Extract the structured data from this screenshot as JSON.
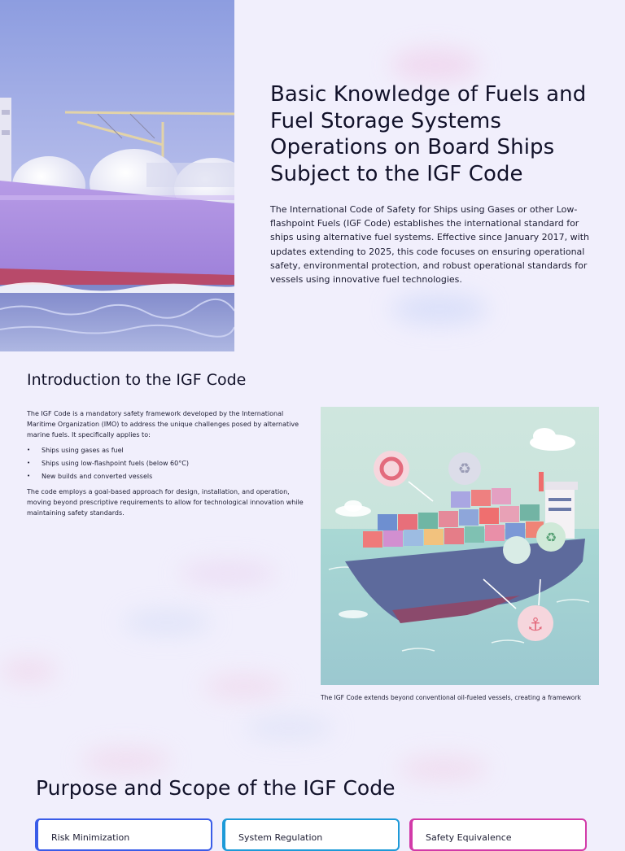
{
  "hero": {
    "title": "Basic Knowledge of Fuels and Fuel Storage Systems Operations on Board Ships Subject to the IGF Code",
    "description": "The International Code of Safety for Ships using Gases or other Low-flashpoint Fuels (IGF Code) establishes the international standard for ships using alternative fuel systems. Effective since January 2017, with updates extending to 2025, this code focuses on ensuring operational safety, environmental protection, and robust operational standards for vessels using innovative fuel technologies."
  },
  "intro": {
    "heading": "Introduction to the IGF Code",
    "paragraph1": "The IGF Code is a mandatory safety framework developed by the International Maritime Organization (IMO) to address the unique challenges posed by alternative marine fuels. It specifically applies to:",
    "bullets": [
      "Ships using gases as fuel",
      "Ships using low-flashpoint fuels (below 60°C)",
      "New builds and converted vessels"
    ],
    "paragraph2": "The code employs a goal-based approach for design, installation, and operation, moving beyond prescriptive requirements to allow for technological innovation while maintaining safety standards.",
    "caption": "The IGF Code extends beyond conventional oil-fueled vessels, creating a framework"
  },
  "purpose": {
    "heading": "Purpose and Scope of the IGF Code",
    "cards": [
      {
        "label": "Risk Minimization",
        "accent": "#3a5ce8"
      },
      {
        "label": "System Regulation",
        "accent": "#1d9ad8"
      },
      {
        "label": "Safety Equivalence",
        "accent": "#d23aa8"
      }
    ]
  },
  "colors": {
    "background": "#f1effc",
    "hull": "#b79be6",
    "sea": "#a9d1cf"
  }
}
